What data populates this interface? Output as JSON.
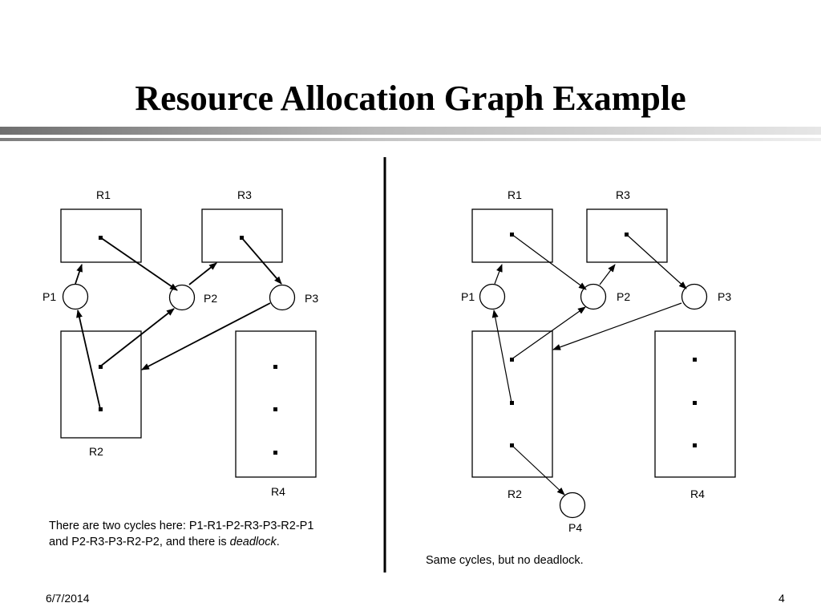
{
  "title": "Resource Allocation Graph Example",
  "left_graph": {
    "resources": {
      "R1": "R1",
      "R2": "R2",
      "R3": "R3",
      "R4": "R4"
    },
    "processes": {
      "P1": "P1",
      "P2": "P2",
      "P3": "P3"
    },
    "caption": {
      "line1": "There are two cycles here: P1-R1-P2-R3-P3-R2-P1",
      "line2_prefix": "and P2-R3-P3-R2-P2, and there is ",
      "line2_emphasis": "deadlock",
      "line2_suffix": "."
    }
  },
  "right_graph": {
    "resources": {
      "R1": "R1",
      "R2": "R2",
      "R3": "R3",
      "R4": "R4"
    },
    "processes": {
      "P1": "P1",
      "P2": "P2",
      "P3": "P3",
      "P4": "P4"
    },
    "caption": "Same cycles, but no deadlock."
  },
  "footer": {
    "date": "6/7/2014",
    "page": "4"
  }
}
